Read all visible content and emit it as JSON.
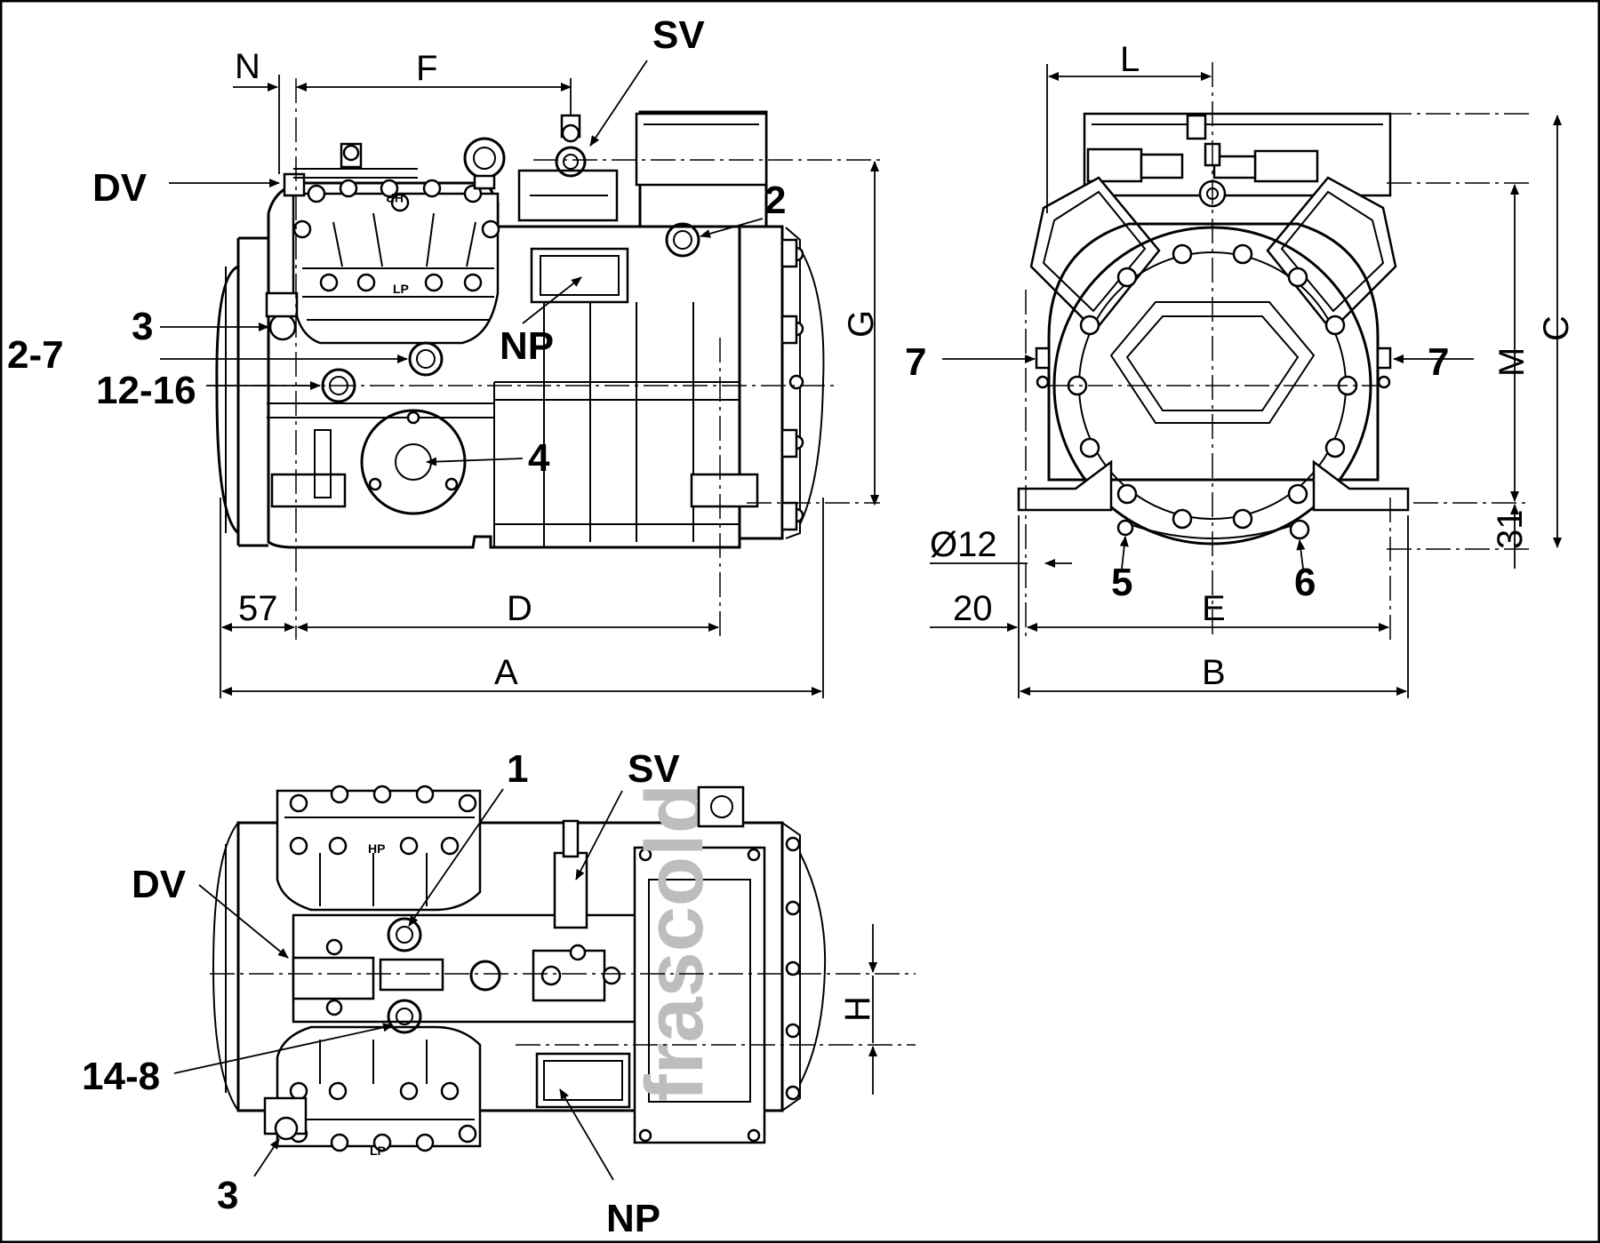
{
  "callouts": {
    "sv_side": "SV",
    "dv_side": "DV",
    "n2_side": "2",
    "n3_side": "3",
    "n27": "2-7",
    "n1216": "12-16",
    "n4": "4",
    "np_side": "NP",
    "n7_left": "7",
    "n7_right": "7",
    "n5": "5",
    "n6": "6",
    "n1_top": "1",
    "sv_top": "SV",
    "dv_top": "DV",
    "n148": "14-8",
    "n3_top": "3",
    "np_top": "NP"
  },
  "dimensions": {
    "N": "N",
    "F": "F",
    "G": "G",
    "D": "D",
    "A": "A",
    "d57": "57",
    "L": "L",
    "C": "C",
    "M": "M",
    "d31": "31",
    "d12": "Ø12",
    "d20": "20",
    "E": "E",
    "B": "B",
    "H": "H"
  },
  "plate_marks": {
    "lp": "LP",
    "hp": "HP"
  },
  "logo": "frascold"
}
